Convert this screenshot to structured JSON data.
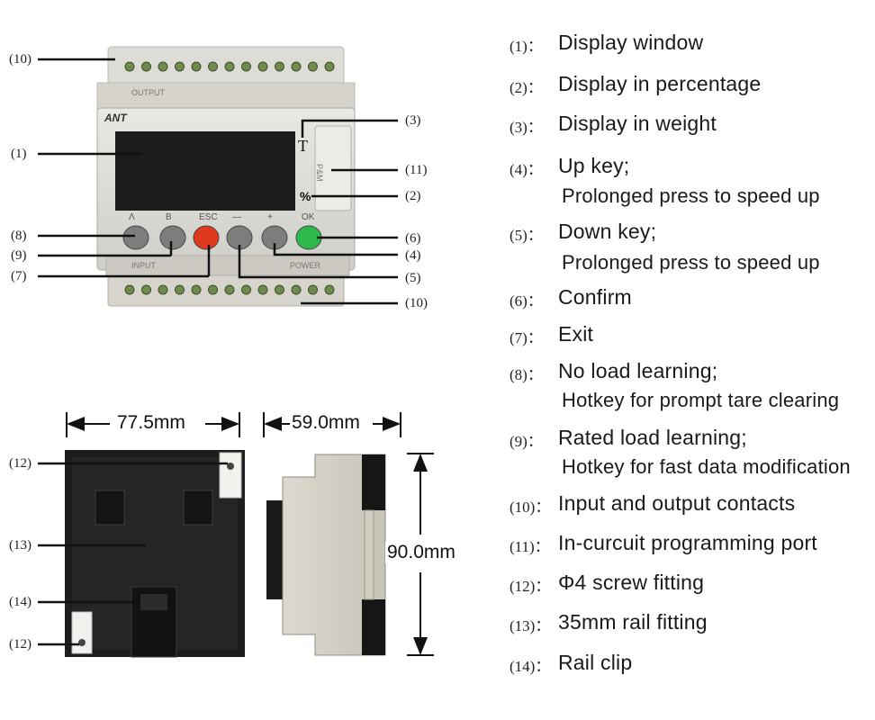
{
  "device": {
    "brand": "ANT",
    "top_print": "OUTPUT",
    "bottom_left_print": "INPUT",
    "bottom_right_print": "POWER",
    "weight_symbol": "T",
    "percent_symbol": "%",
    "port_print": "P&M",
    "keys": [
      {
        "label": "Λ",
        "color": "#7d7d7b"
      },
      {
        "label": "B",
        "color": "#7d7d7b"
      },
      {
        "label": "ESC",
        "color": "#e03a1e"
      },
      {
        "label": "—",
        "color": "#7d7d7b"
      },
      {
        "label": "+",
        "color": "#7d7d7b"
      },
      {
        "label": "OK",
        "color": "#2fb84c"
      }
    ]
  },
  "callouts": {
    "c10_top": "(10)",
    "c1": "(1)",
    "c8": "(8)",
    "c9": "(9)",
    "c7": "(7)",
    "c3": "(3)",
    "c11": "(11)",
    "c2": "(2)",
    "c6": "(6)",
    "c4": "(4)",
    "c5": "(5)",
    "c10_bottom": "(10)",
    "c12_top": "(12)",
    "c13": "(13)",
    "c14": "(14)",
    "c12_bottom": "(12)"
  },
  "dimensions": {
    "width": "77.5mm",
    "depth": "59.0mm",
    "height": "90.0mm"
  },
  "legend": [
    {
      "num": "(1)：",
      "lines": [
        "Display window"
      ]
    },
    {
      "num": "(2)：",
      "lines": [
        "Display in percentage"
      ]
    },
    {
      "num": "(3)：",
      "lines": [
        "Display in weight"
      ]
    },
    {
      "num": "(4)：",
      "lines": [
        "Up key;",
        "Prolonged press to speed up"
      ]
    },
    {
      "num": "(5)：",
      "lines": [
        "Down key;",
        "Prolonged press to speed up"
      ]
    },
    {
      "num": "(6)：",
      "lines": [
        "Confirm"
      ]
    },
    {
      "num": "(7)：",
      "lines": [
        "Exit"
      ]
    },
    {
      "num": "(8)：",
      "lines": [
        "No load learning;",
        "Hotkey for prompt tare clearing"
      ]
    },
    {
      "num": "(9)：",
      "lines": [
        "Rated load learning;",
        "Hotkey for fast data modification"
      ]
    },
    {
      "num": "(10)：",
      "lines": [
        "Input and output contacts"
      ]
    },
    {
      "num": "(11)：",
      "lines": [
        "In-curcuit programming port"
      ]
    },
    {
      "num": "(12)：",
      "lines": [
        "Φ4 screw fitting"
      ]
    },
    {
      "num": "(13)：",
      "lines": [
        "35mm rail fitting"
      ]
    },
    {
      "num": "(14)：",
      "lines": [
        "Rail clip"
      ]
    }
  ]
}
